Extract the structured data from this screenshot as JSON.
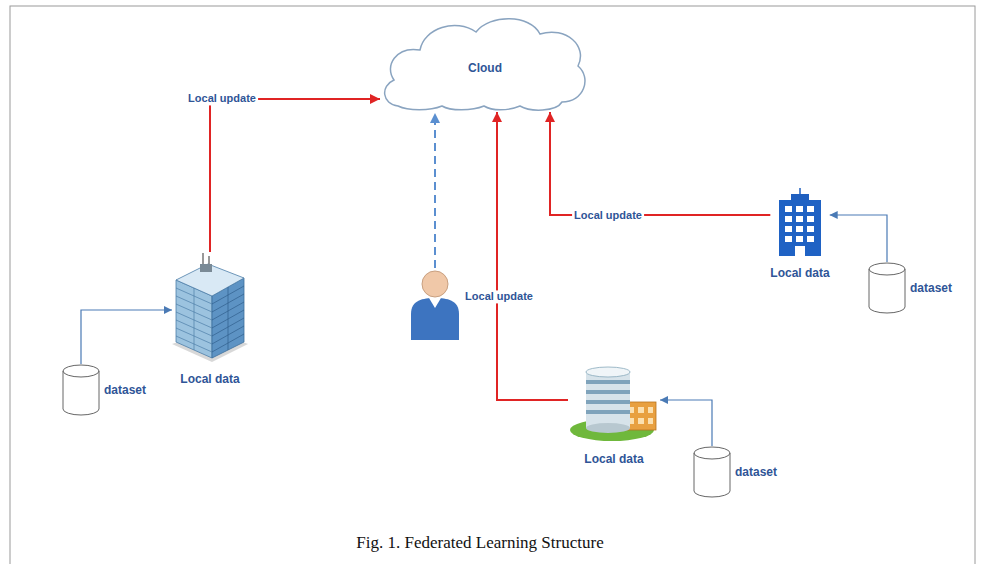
{
  "diagram": {
    "caption": "Fig. 1. Federated Learning Structure",
    "nodes": [
      {
        "text": [
          "Cloud"
        ]
      },
      {
        "text": [
          "Local data"
        ]
      },
      {
        "text": [
          "Local data"
        ]
      },
      {
        "text": [
          "Local data"
        ]
      },
      {
        "text": [
          "dataset"
        ]
      },
      {
        "text": [
          "dataset"
        ]
      },
      {
        "text": [
          "dataset"
        ]
      }
    ],
    "edges": [
      {
        "from": 1,
        "to": 0,
        "arrow": "to",
        "label": "Local update"
      },
      {
        "from": 2,
        "to": 0,
        "arrow": "to",
        "label": "Local update"
      },
      {
        "from": 3,
        "to": 0,
        "arrow": "to",
        "label": "Local update"
      },
      {
        "from": 4,
        "to": 1,
        "arrow": "to"
      },
      {
        "from": 5,
        "to": 2,
        "arrow": "to"
      },
      {
        "from": 6,
        "to": 3,
        "arrow": "to"
      }
    ]
  }
}
